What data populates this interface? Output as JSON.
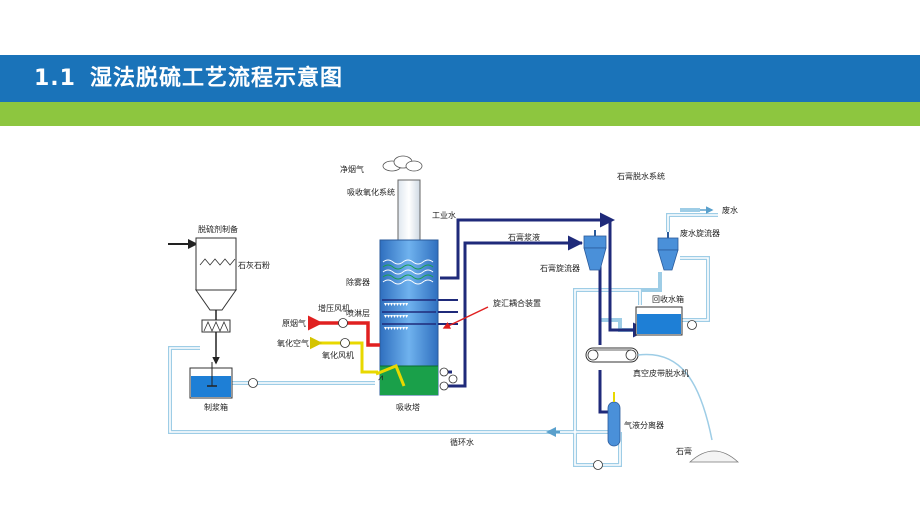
{
  "slide": {
    "number": "1.1",
    "title": "湿法脱硫工艺流程示意图"
  },
  "labels": {
    "clean_flue_gas": "净烟气",
    "absorption_oxidation_system": "吸收氧化系统",
    "absorbent_preparation": "脱硫剂制备",
    "limestone_powder": "石灰石粉",
    "slurry_tank": "制浆箱",
    "booster_fan": "增压风机",
    "raw_flue_gas": "原烟气",
    "oxidation_air": "氧化空气",
    "oxidation_fan": "氧化风机",
    "demister": "除雾器",
    "spray_layer": "喷淋层",
    "absorber_tower": "吸收塔",
    "process_water": "工业水",
    "gypsum_slurry": "石膏浆液",
    "swirl_coupling_device": "旋汇耦合装置",
    "gypsum_cyclone": "石膏旋流器",
    "gypsum_dewatering_system": "石膏脱水系统",
    "waste_water": "废水",
    "waste_water_cyclone": "废水旋流器",
    "recycle_water_tank": "回收水箱",
    "vacuum_belt_filter": "真空皮带脱水机",
    "gas_liquid_separator": "气液分离器",
    "gypsum": "石膏",
    "circulating_water": "循环水"
  },
  "colors": {
    "header_blue": "#1a73b9",
    "header_green": "#8dc63f",
    "process_line_navy": "#1f2a7a",
    "water_line_light": "#9ecde6",
    "flue_gas_red": "#e02020",
    "air_yellow": "#e8d800",
    "slurry_green": "#1aa04a",
    "tower_blue": "#4a90d9"
  }
}
